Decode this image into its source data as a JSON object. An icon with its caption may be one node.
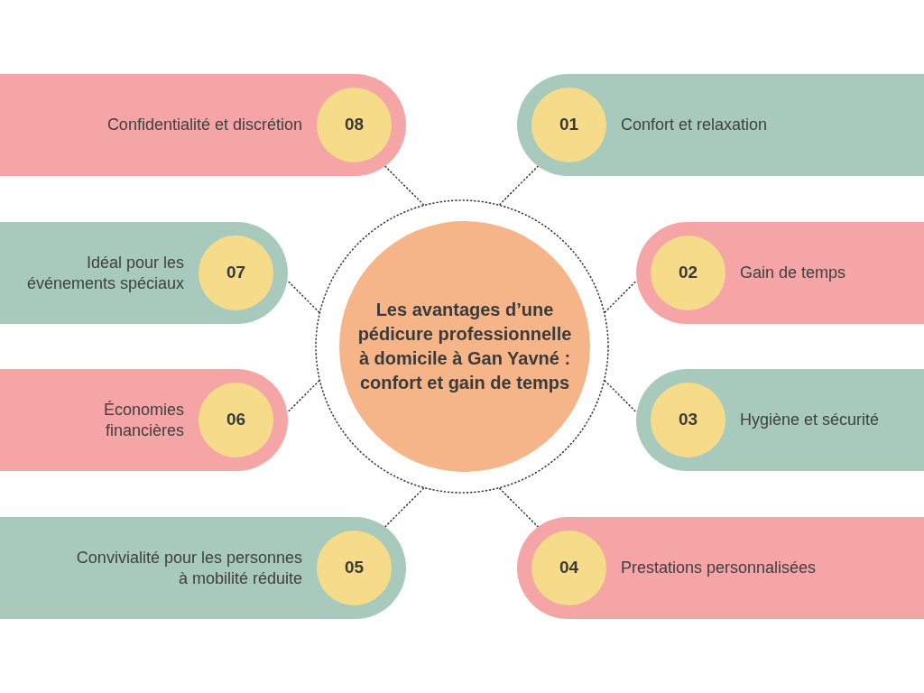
{
  "diagram": {
    "nodes": [
      {
        "text": [],
        "shape": "circle"
      },
      {
        "text": [
          "Les avantages d’une pédicure professionnelle à domicile à Gan Yavné : confort et gain de temps"
        ],
        "in": 0
      },
      {
        "text": [
          "Confort et relaxation"
        ]
      },
      {
        "text": [
          "01"
        ],
        "in": 2
      },
      {
        "text": [
          "Gain de temps"
        ]
      },
      {
        "text": [
          "02"
        ],
        "in": 4
      },
      {
        "text": [
          "Hygiène et sécurité"
        ]
      },
      {
        "text": [
          "03"
        ],
        "in": 6
      },
      {
        "text": [
          "Prestations personnalisées"
        ]
      },
      {
        "text": [
          "04"
        ],
        "in": 8
      },
      {
        "text": [
          "Convivialité pour les personnes à mobilité réduite"
        ]
      },
      {
        "text": [
          "05"
        ],
        "in": 10
      },
      {
        "text": [
          "Économies financières"
        ]
      },
      {
        "text": [
          "06"
        ],
        "in": 12
      },
      {
        "text": [
          "Idéal pour les événements spéciaux"
        ]
      },
      {
        "text": [
          "07"
        ],
        "in": 14
      },
      {
        "text": [
          "Confidentialité et discrétion"
        ]
      },
      {
        "text": [
          "08"
        ],
        "in": 16
      }
    ],
    "edges": [
      {
        "from": 0,
        "to": 2,
        "arrow": "none"
      },
      {
        "from": 0,
        "to": 4,
        "arrow": "none"
      },
      {
        "from": 0,
        "to": 6,
        "arrow": "none"
      },
      {
        "from": 0,
        "to": 8,
        "arrow": "none"
      },
      {
        "from": 0,
        "to": 10,
        "arrow": "none"
      },
      {
        "from": 0,
        "to": 12,
        "arrow": "none"
      },
      {
        "from": 0,
        "to": 14,
        "arrow": "none"
      },
      {
        "from": 0,
        "to": 16,
        "arrow": "none"
      }
    ]
  }
}
